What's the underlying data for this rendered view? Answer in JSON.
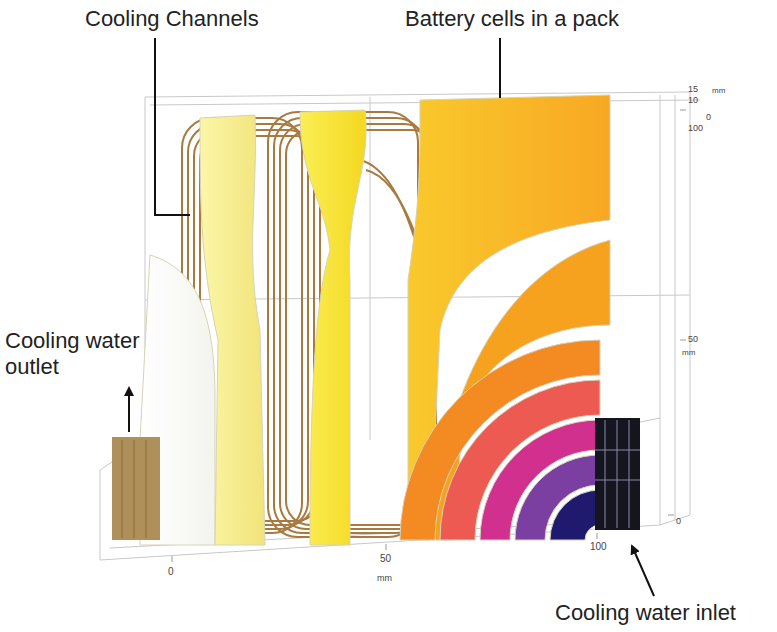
{
  "diagram": {
    "labels": [
      "Cooling Channels",
      "Battery cells in a pack",
      "Cooling water outlet",
      "Cooling water inlet",
      "0",
      "50",
      "100",
      "mm",
      "15",
      "mm",
      "10",
      "0",
      "100",
      "50",
      "mm",
      "0"
    ]
  }
}
